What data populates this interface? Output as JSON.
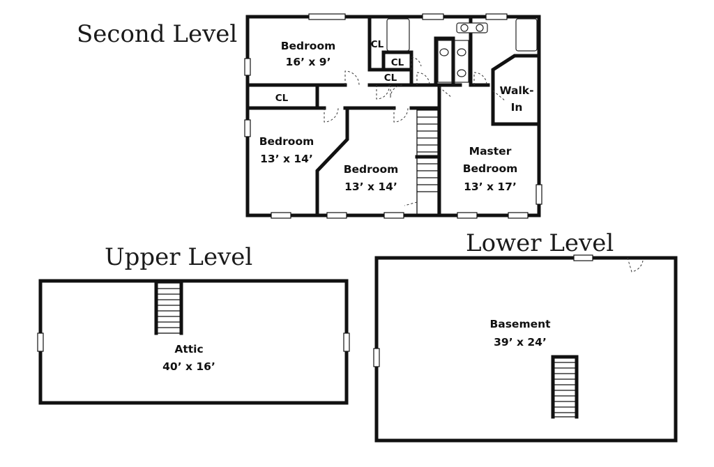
{
  "levels": {
    "second": "Second Level",
    "upper": "Upper Level",
    "lower": "Lower Level"
  },
  "rooms": {
    "bedroom_top": {
      "name": "Bedroom",
      "size": "16’ x 9’"
    },
    "bedroom_left": {
      "name": "Bedroom",
      "size": "13’ x 14’"
    },
    "bedroom_middle": {
      "name": "Bedroom",
      "size": "13’ x 14’"
    },
    "master_bedroom": {
      "name_line1": "Master",
      "name_line2": "Bedroom",
      "size": "13’ x 17’"
    },
    "walk_in": {
      "line1": "Walk-",
      "line2": "In"
    },
    "closet_label": "CL",
    "attic": {
      "name": "Attic",
      "size": "40’ x 16’"
    },
    "basement": {
      "name": "Basement",
      "size": "39’ x 24’"
    }
  }
}
